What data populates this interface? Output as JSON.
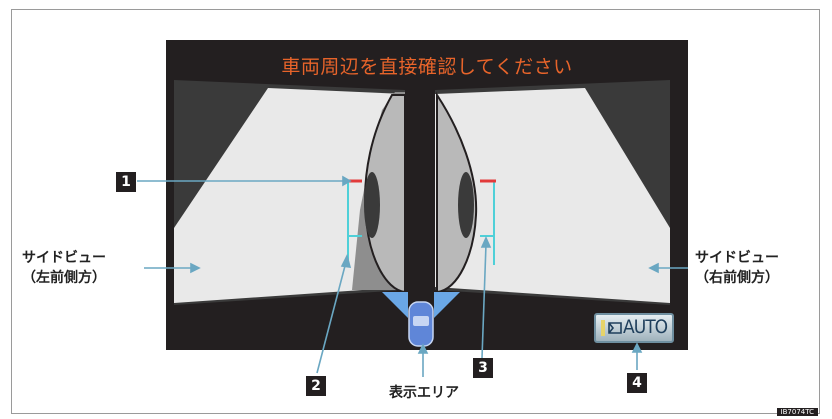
{
  "screen": {
    "warning_text": "車両周辺を直接確認してください",
    "auto_button": {
      "label": "AUTO",
      "icon": "camera-view-icon"
    }
  },
  "callouts": {
    "left_view": {
      "line1": "サイドビュー",
      "line2": "（左前側方）"
    },
    "right_view": {
      "line1": "サイドビュー",
      "line2": "（右前側方）"
    },
    "display_area": "表示エリア",
    "markers": [
      "1",
      "2",
      "3",
      "4"
    ]
  },
  "figure_code": "IB7074TC",
  "colors": {
    "screen_bg": "#231f20",
    "warning": "#e8642a",
    "guide_line": "#4fd0d8",
    "red_line": "#e23a3a",
    "callout_line": "#6aa7c2"
  }
}
